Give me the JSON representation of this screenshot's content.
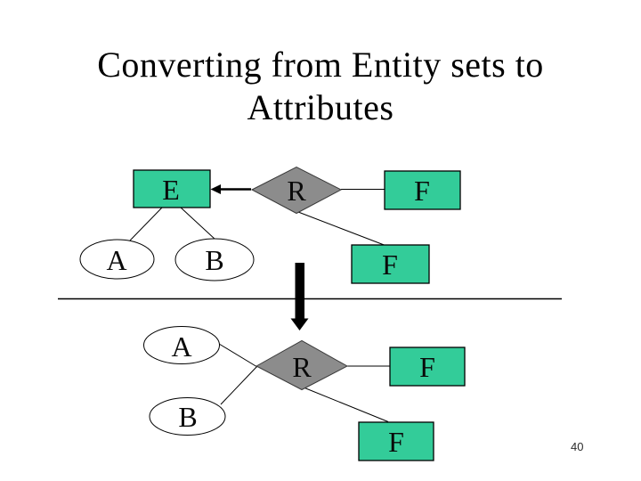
{
  "slide": {
    "title_line1": "Converting from Entity sets to",
    "title_line2": "Attributes",
    "page_number": "40"
  },
  "colors": {
    "entity_fill": "#33cc99",
    "relationship_fill": "#8c8c8c",
    "line_color": "#000000",
    "background": "#ffffff"
  },
  "before": {
    "entity_e": "E",
    "relationship_r": "R",
    "entity_f_right": "F",
    "entity_f_lower": "F",
    "attribute_a": "A",
    "attribute_b": "B"
  },
  "after": {
    "attribute_a": "A",
    "attribute_b": "B",
    "relationship_r": "R",
    "entity_f_right": "F",
    "entity_f_lower": "F"
  }
}
